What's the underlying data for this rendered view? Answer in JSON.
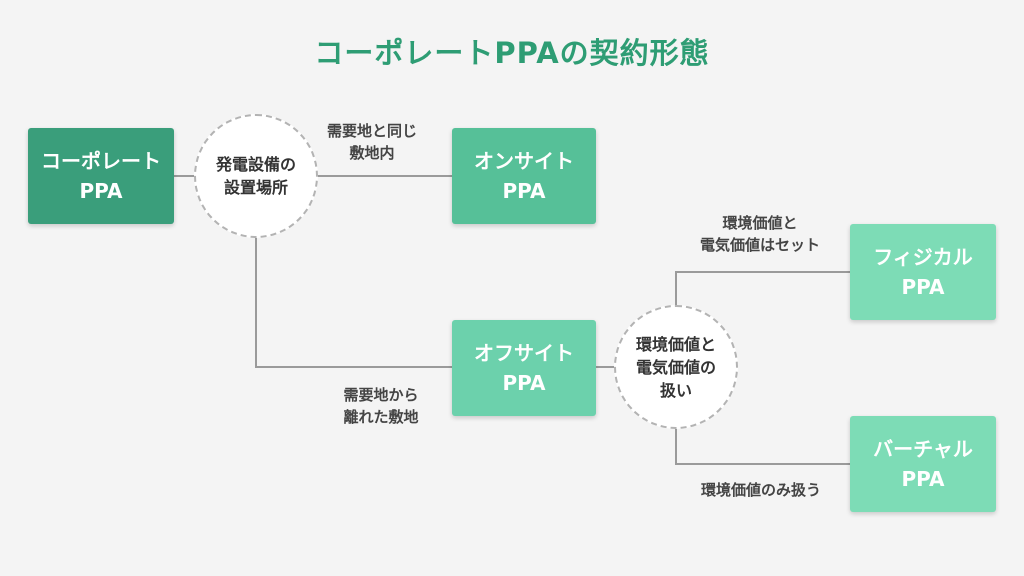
{
  "title": "コーポレートPPAの契約形態",
  "colors": {
    "title": "#2e9d74",
    "dark_green": "#3a9e7b",
    "mid_green": "#56c098",
    "light_green": "#6cd1ac",
    "pale_green": "#7ddcb6",
    "line": "#9a9a9a"
  },
  "nodes": {
    "corporate_ppa": {
      "line1": "コーポレート",
      "line2": "PPA"
    },
    "location_circle": {
      "line1": "発電設備の",
      "line2": "設置場所"
    },
    "onsite_ppa": {
      "line1": "オンサイト",
      "line2": "PPA"
    },
    "offsite_ppa": {
      "line1": "オフサイト",
      "line2": "PPA"
    },
    "value_circle": {
      "line1": "環境価値と",
      "line2": "電気価値の",
      "line3": "扱い"
    },
    "physical_ppa": {
      "line1": "フィジカル",
      "line2": "PPA"
    },
    "virtual_ppa": {
      "line1": "バーチャル",
      "line2": "PPA"
    }
  },
  "edge_labels": {
    "onsite": {
      "line1": "需要地と同じ",
      "line2": "敷地内"
    },
    "offsite": {
      "line1": "需要地から",
      "line2": "離れた敷地"
    },
    "physical": {
      "line1": "環境価値と",
      "line2": "電気価値はセット"
    },
    "virtual": {
      "line1": "環境価値のみ扱う"
    }
  }
}
